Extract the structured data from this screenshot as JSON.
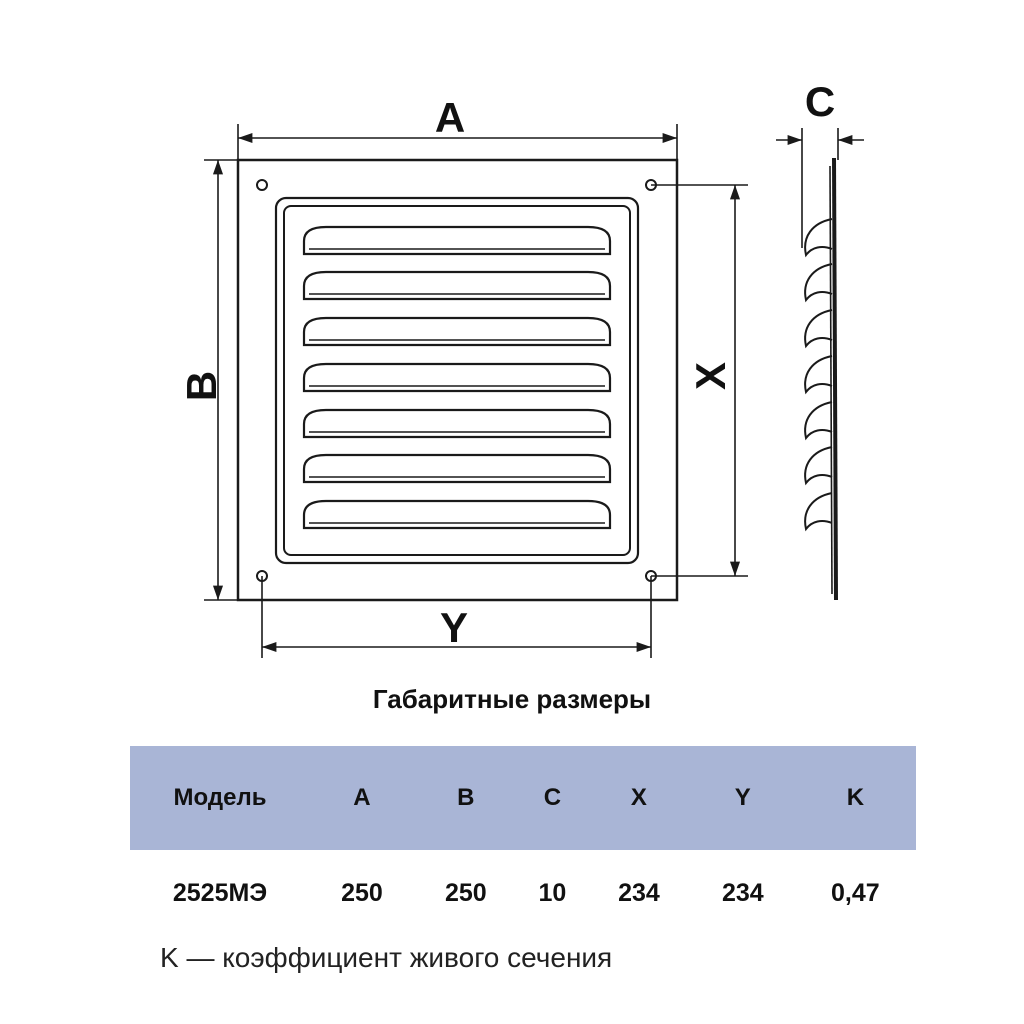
{
  "dimension_labels": {
    "a": "A",
    "b": "B",
    "c": "C",
    "x": "X",
    "y": "Y"
  },
  "title": "Габаритные размеры",
  "table": {
    "headers": [
      "Модель",
      "A",
      "B",
      "C",
      "X",
      "Y",
      "K"
    ],
    "rows": [
      [
        "2525МЭ",
        "250",
        "250",
        "10",
        "234",
        "234",
        "0,47"
      ]
    ]
  },
  "footnote": "K — коэффициент живого сечения",
  "colors": {
    "header_bg": "#a9b5d6",
    "line": "#1a1a1a"
  }
}
